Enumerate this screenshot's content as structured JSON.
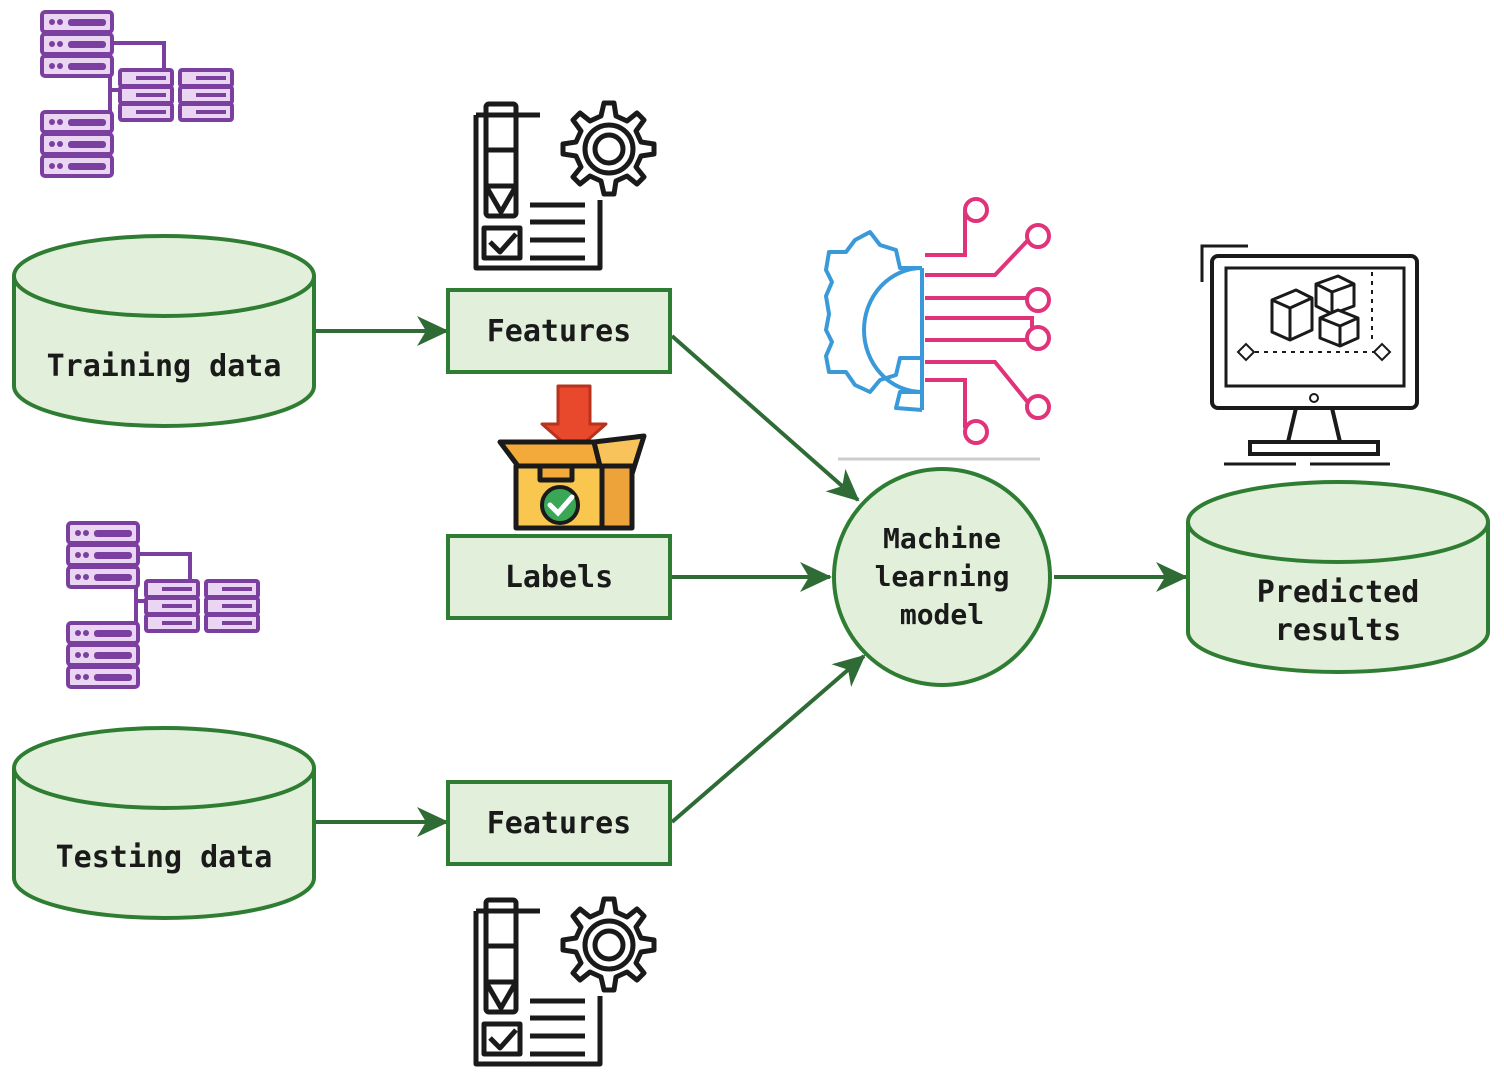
{
  "diagram": {
    "nodes": {
      "training_data": "Training data",
      "testing_data": "Testing data",
      "features_top": "Features",
      "features_bottom": "Features",
      "labels": "Labels",
      "model": [
        "Machine",
        "learning",
        "model"
      ],
      "predicted": [
        "Predicted",
        "results"
      ]
    },
    "icons": [
      "database-network-icon",
      "feature-engineering-icon",
      "labeled-box-icon",
      "ai-gear-circuit-icon",
      "monitor-3d-model-icon"
    ],
    "colors": {
      "node_fill": "#e2efda",
      "node_stroke": "#2e7d32",
      "arrow": "#2e6b35",
      "database_icon": "#7b3fa0",
      "circuit_pink": "#e0337a",
      "gear_blue": "#3a9ad9",
      "box_orange": "#f4a93b",
      "arrow_red": "#e8482c",
      "check_green": "#3aa757"
    }
  }
}
